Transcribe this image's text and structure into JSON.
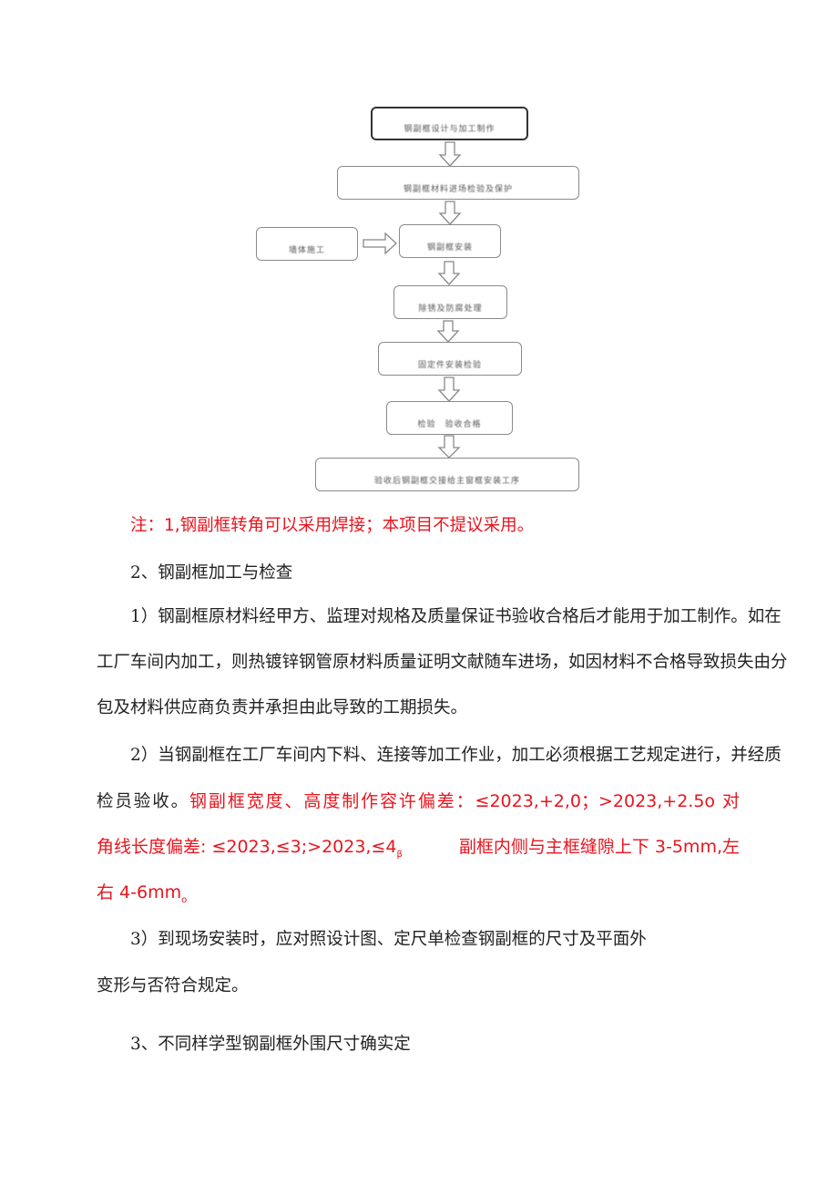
{
  "flowchart": {
    "steps": [
      "钢副框设计与加工制作",
      "钢副框材料进场检验及保护",
      "钢副框安装",
      "除锈及防腐处理",
      "固定件安装检验",
      "检验　验收合格",
      "验收后钢副框交接给主窗框安装工序"
    ],
    "side_step": "墙体施工"
  },
  "text": {
    "note": "注：1,钢副框转角可以采用焊接；本项目不提议采用。",
    "h2": "2、钢副框加工与检查",
    "p1": [
      "1）钢副框原材料经甲方、监理对规格及质量保证书验收合格后才能用于加工制作。如在",
      "工厂车间内加工，则热镀锌钢管原材料质量证明文献随车进场，如因材料不合格导致损失由分",
      "包及材料供应商负责并承担由此导致的工期损失。"
    ],
    "p2_l1": "2）当钢副框在工厂车间内下料、连接等加工作业，加工必须根据工艺规定进行，并经质",
    "p2_l2_black": "检员验收。",
    "p2_l2_red": "钢副框宽度、高度制作容许偏差：≤2023,+2,0；>2023,+2.5o 对",
    "p2_l3_red": "角线长度偏差: ≤2023,≤3;>2023,≤4",
    "p2_l3_sub": "β",
    "p2_l3_red2": " 副框内侧与主框缝隙上下 3-5mm,左",
    "p2_l4_red": "右 4-6mm",
    "p2_l4_sub": "o",
    "p3": [
      "3）到现场安装时，应对照设计图、定尺单检查钢副框的尺寸及平面外",
      "变形与否符合规定。"
    ],
    "h3": "3、不同样学型钢副框外围尺寸确实定"
  },
  "colors": {
    "red": "#e8141e",
    "text": "#222222"
  }
}
